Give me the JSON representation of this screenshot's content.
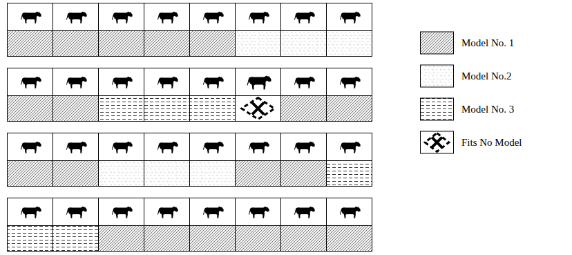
{
  "diagram": {
    "legend": [
      {
        "text": "Model No. 1"
      },
      {
        "text": "Model No.2"
      },
      {
        "text": "Model No. 3"
      },
      {
        "text": "Fits No Model"
      }
    ]
  }
}
